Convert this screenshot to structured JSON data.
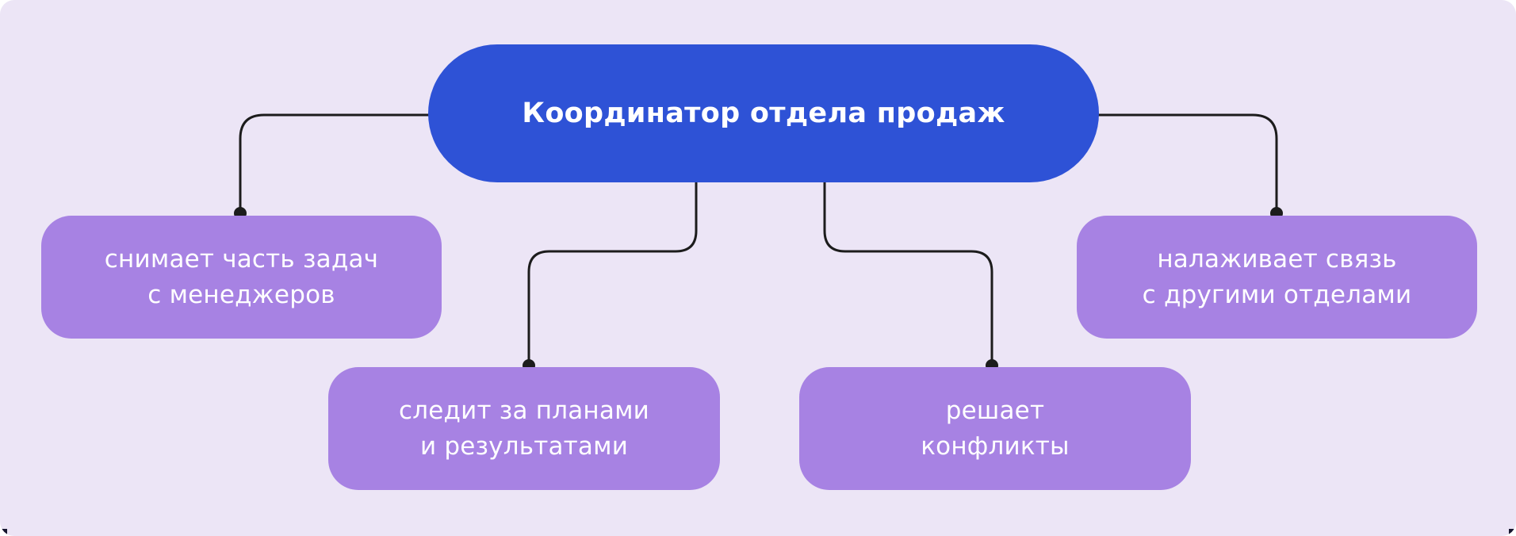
{
  "diagram": {
    "root_label": "Координатор отдела продаж",
    "branches": [
      {
        "name": "reduces-manager-tasks",
        "line1": "снимает часть задач",
        "line2": "с менеджеров"
      },
      {
        "name": "monitors-plans-results",
        "line1": "следит за планами",
        "line2": "и результатами"
      },
      {
        "name": "resolves-conflicts",
        "line1": "решает",
        "line2": "конфликты"
      },
      {
        "name": "liaises-other-departments",
        "line1": "налаживает связь",
        "line2": "с другими отделами"
      }
    ]
  },
  "colors": {
    "background": "#ECE5F6",
    "root_fill": "#2E52D6",
    "branch_fill": "#A782E3",
    "text": "#FFFFFF",
    "connector": "#1C1C1C",
    "corner_mark": "#15152E"
  }
}
